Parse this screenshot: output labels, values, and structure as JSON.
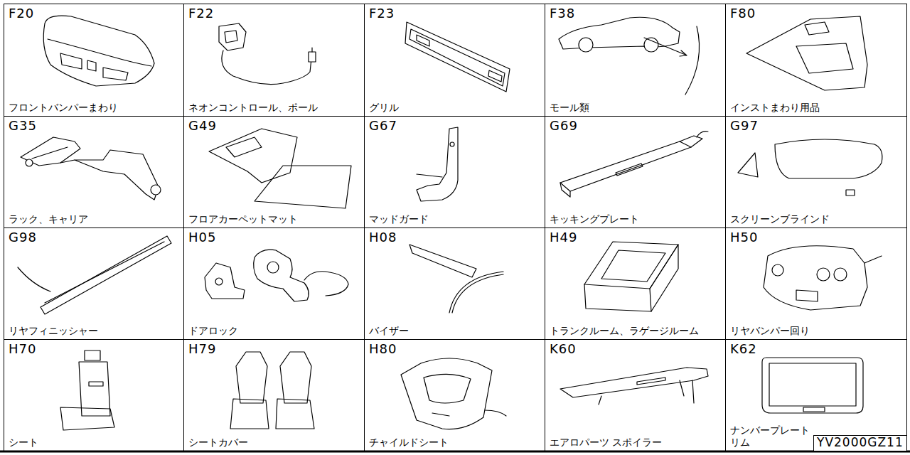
{
  "diagram": {
    "nodes": [
      {
        "text": [
          "F20",
          "フロントバンパーまわり"
        ]
      },
      {
        "text": [
          "F22",
          "ネオンコントロール、ポール"
        ]
      },
      {
        "text": [
          "F23",
          "グリル"
        ]
      },
      {
        "text": [
          "F38",
          "モール類"
        ]
      },
      {
        "text": [
          "F80",
          "インストまわり用品"
        ]
      },
      {
        "text": [
          "G35",
          "ラック、キャリア"
        ]
      },
      {
        "text": [
          "G49",
          "フロアカーペットマット"
        ]
      },
      {
        "text": [
          "G67",
          "マッドガード"
        ]
      },
      {
        "text": [
          "G69",
          "キッキングプレート"
        ]
      },
      {
        "text": [
          "G97",
          "スクリーンブラインド"
        ]
      },
      {
        "text": [
          "G98",
          "リヤフィニッシャー"
        ]
      },
      {
        "text": [
          "H05",
          "ドアロック"
        ]
      },
      {
        "text": [
          "H08",
          "バイザー"
        ]
      },
      {
        "text": [
          "H49",
          "トランクルーム、ラゲージルーム"
        ]
      },
      {
        "text": [
          "H50",
          "リヤバンパー回り"
        ]
      },
      {
        "text": [
          "H70",
          "シート"
        ]
      },
      {
        "text": [
          "H79",
          "シートカバー"
        ]
      },
      {
        "text": [
          "H80",
          "チャイルドシート"
        ]
      },
      {
        "text": [
          "K60",
          "エアロパーツ スポイラー"
        ]
      },
      {
        "text": [
          "K62",
          "ナンバープレート リム"
        ]
      },
      {
        "text": [
          "YV2000GZ11"
        ]
      }
    ]
  }
}
